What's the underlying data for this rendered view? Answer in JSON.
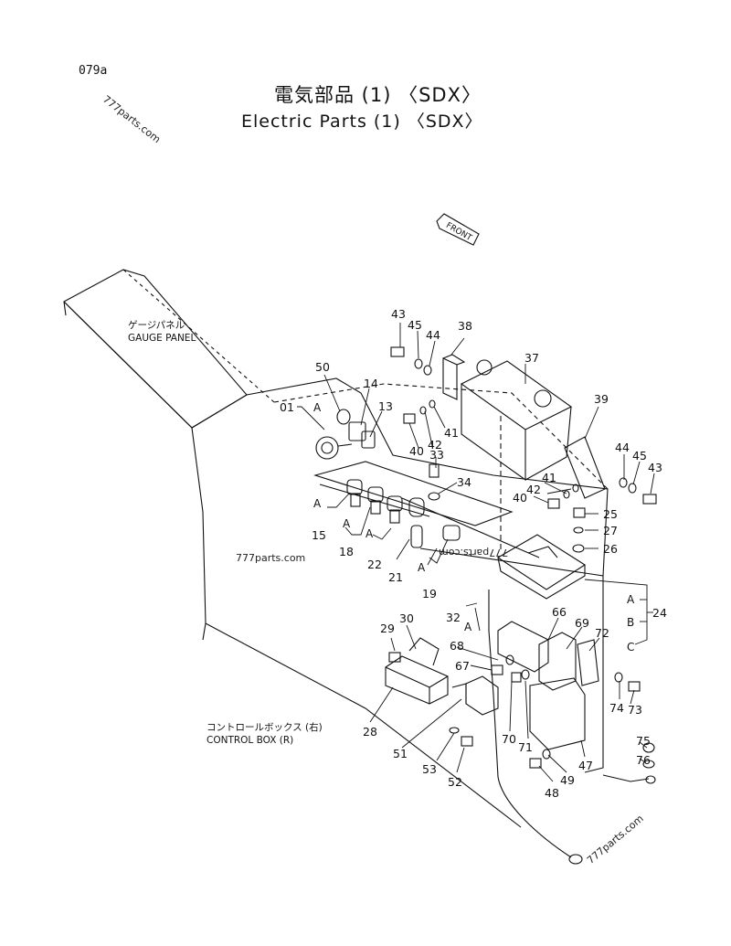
{
  "header": {
    "page_code": "079a",
    "title_jp": "電気部品 (1) 〈SDX〉",
    "title_en": "Electric Parts (1) 〈SDX〉"
  },
  "watermarks": {
    "w1": "777parts.com",
    "w2": "777parts.com",
    "w3": "777parts.com",
    "w4": "777parts.com"
  },
  "labels": {
    "gauge_panel_jp": "ゲージパネル",
    "gauge_panel_en": "GAUGE PANEL",
    "control_box_jp": "コントロールボックス (右)",
    "control_box_en": "CONTROL BOX (R)",
    "front": "FRONT"
  },
  "callouts": {
    "c01": "01",
    "c13": "13",
    "c14": "14",
    "c50": "50",
    "c15": "15",
    "c18": "18",
    "c22": "22",
    "c21": "21",
    "c19": "19",
    "c33": "33",
    "c34": "34",
    "c32": "32",
    "c43a": "43",
    "c45a": "45",
    "c44a": "44",
    "c38": "38",
    "c37": "37",
    "c41a": "41",
    "c42a": "42",
    "c40a": "40",
    "c39": "39",
    "c44b": "44",
    "c45b": "45",
    "c43b": "43",
    "c41b": "41",
    "c42b": "42",
    "c40b": "40",
    "c25": "25",
    "c27": "27",
    "c26": "26",
    "c24": "24",
    "c29": "29",
    "c30": "30",
    "c28": "28",
    "c66": "66",
    "c69": "69",
    "c72": "72",
    "c68": "68",
    "c67": "67",
    "c74": "74",
    "c73": "73",
    "c70": "70",
    "c71": "71",
    "c47": "47",
    "c75": "75",
    "c76": "76",
    "c51": "51",
    "c53": "53",
    "c52": "52",
    "c48": "48",
    "c49": "49"
  },
  "refs": {
    "A1": "A",
    "A15": "A",
    "A18": "A",
    "A22": "A",
    "A19": "A",
    "A32": "A",
    "bA": "A",
    "bB": "B",
    "bC": "C"
  }
}
